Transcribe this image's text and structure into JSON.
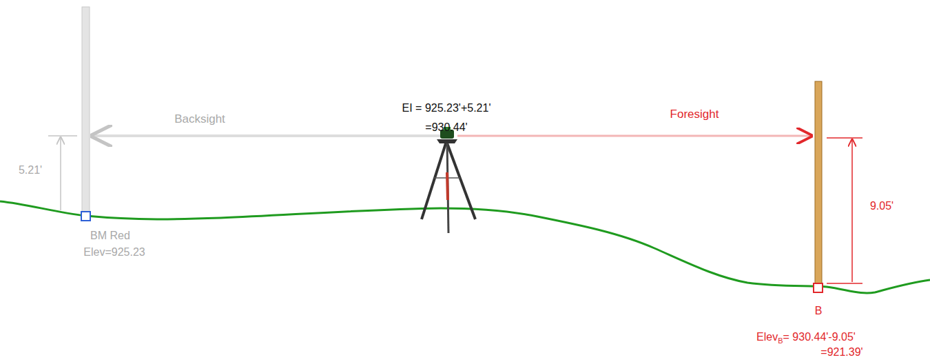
{
  "diagram": {
    "labels": [
      "EI = 925.23'+5.21'",
      "=930.44'",
      "Backsight",
      "Foresight",
      "5.21'",
      "BM Red",
      "Elev=925.23",
      "9.05'",
      "B",
      "Elev",
      "B",
      "= 930.44'-9.05'",
      "=921.39'"
    ]
  }
}
